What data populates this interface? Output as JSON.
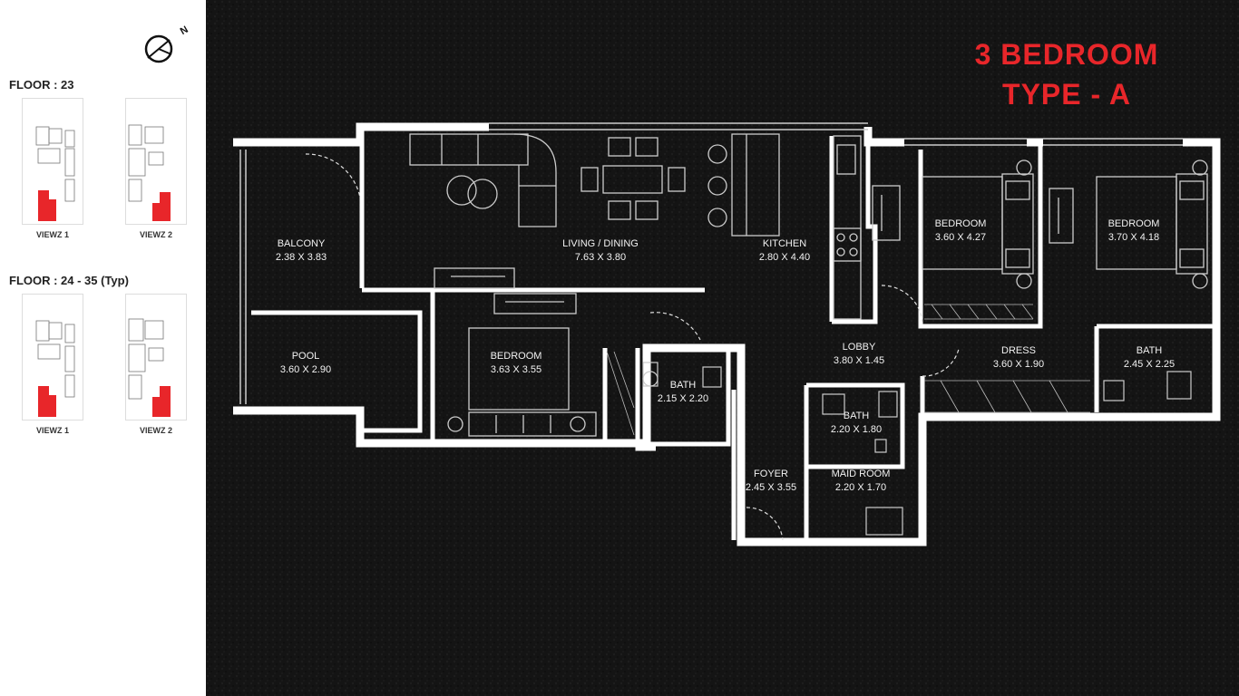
{
  "title": {
    "line1": "3 BEDROOM",
    "line2": "TYPE - A"
  },
  "colors": {
    "accent": "#e8262a",
    "wall": "#ffffff",
    "background": "#151515",
    "line": "#cccccc"
  },
  "compass": {
    "icon": "north-arrow-icon",
    "letter": "N"
  },
  "key_plans": [
    {
      "floor": "FLOOR : 23",
      "views": [
        "VIEWZ 1",
        "VIEWZ 2"
      ]
    },
    {
      "floor": "FLOOR : 24 - 35 (Typ)",
      "views": [
        "VIEWZ 1",
        "VIEWZ 2"
      ]
    }
  ],
  "rooms": [
    {
      "name": "BALCONY",
      "size": "2.38 X 3.83"
    },
    {
      "name": "LIVING / DINING",
      "size": "7.63 X 3.80"
    },
    {
      "name": "KITCHEN",
      "size": "2.80 X 4.40"
    },
    {
      "name": "BEDROOM",
      "size": "3.60 X 4.27"
    },
    {
      "name": "BEDROOM",
      "size": "3.70 X 4.18"
    },
    {
      "name": "POOL",
      "size": "3.60 X 2.90"
    },
    {
      "name": "BEDROOM",
      "size": "3.63 X 3.55"
    },
    {
      "name": "BATH",
      "size": "2.15 X 2.20"
    },
    {
      "name": "LOBBY",
      "size": "3.80 X 1.45"
    },
    {
      "name": "DRESS",
      "size": "3.60 X 1.90"
    },
    {
      "name": "BATH",
      "size": "2.45 X 2.25"
    },
    {
      "name": "BATH",
      "size": "2.20 X 1.80"
    },
    {
      "name": "FOYER",
      "size": "2.45 X 3.55"
    },
    {
      "name": "MAID ROOM",
      "size": "2.20 X 1.70"
    }
  ]
}
